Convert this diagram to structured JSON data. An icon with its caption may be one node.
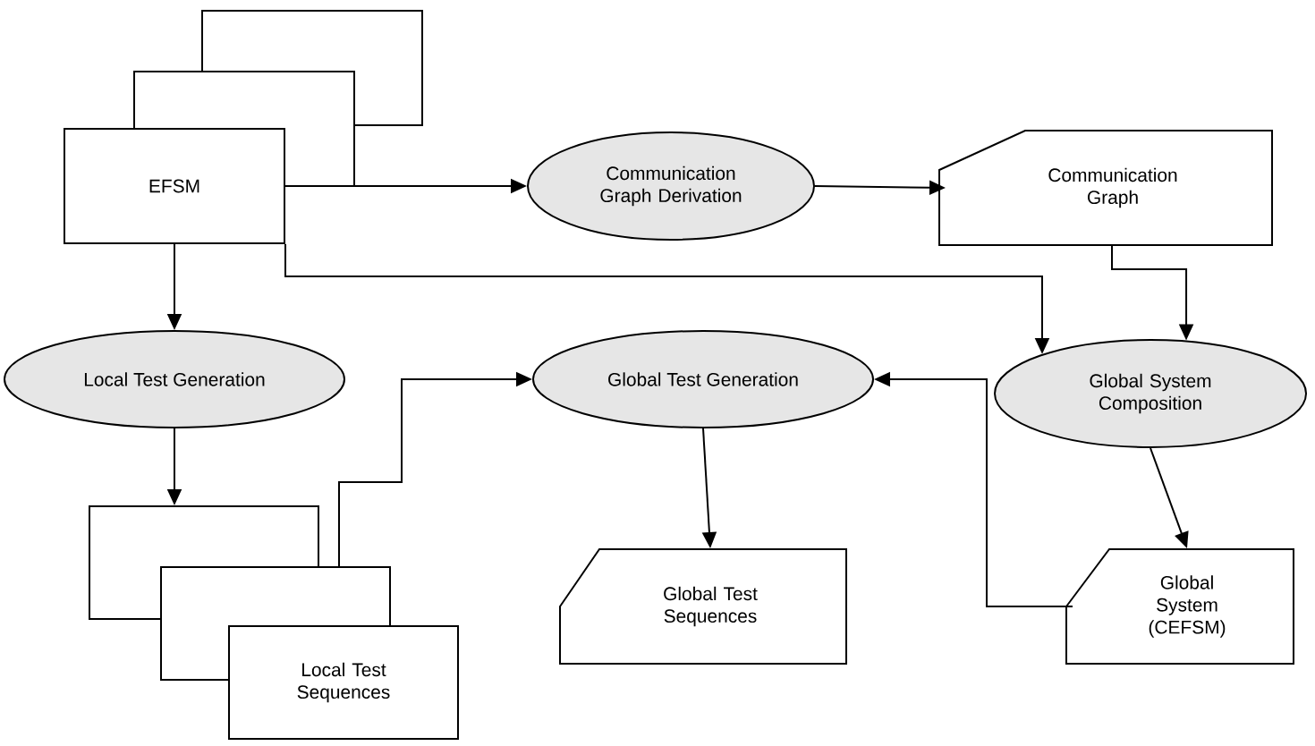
{
  "diagram": {
    "nodes": [
      {
        "text": [
          "EFSM"
        ]
      },
      {
        "text": [
          "Communication Graph Derivation"
        ]
      },
      {
        "text": [
          "Communication Graph"
        ]
      },
      {
        "text": [
          "Local Test Generation"
        ]
      },
      {
        "text": [
          "Global Test Generation"
        ]
      },
      {
        "text": [
          "Global System Composition"
        ]
      },
      {
        "text": [
          "Local Test Sequences"
        ]
      },
      {
        "text": [
          "Global Test Sequences"
        ]
      },
      {
        "text": [
          "Global System (CEFSM)"
        ]
      }
    ],
    "edges": [
      {
        "from": 0,
        "to": 1,
        "arrow": "to"
      },
      {
        "from": 1,
        "to": 2,
        "arrow": "to"
      },
      {
        "from": 0,
        "to": 5,
        "arrow": "to"
      },
      {
        "from": 2,
        "to": 5,
        "arrow": "to"
      },
      {
        "from": 0,
        "to": 3,
        "arrow": "to"
      },
      {
        "from": 3,
        "to": 6,
        "arrow": "to"
      },
      {
        "from": 6,
        "to": 4,
        "arrow": "to"
      },
      {
        "from": 4,
        "to": 7,
        "arrow": "to"
      },
      {
        "from": 5,
        "to": 8,
        "arrow": "to"
      },
      {
        "from": 8,
        "to": 4,
        "arrow": "to"
      }
    ]
  }
}
